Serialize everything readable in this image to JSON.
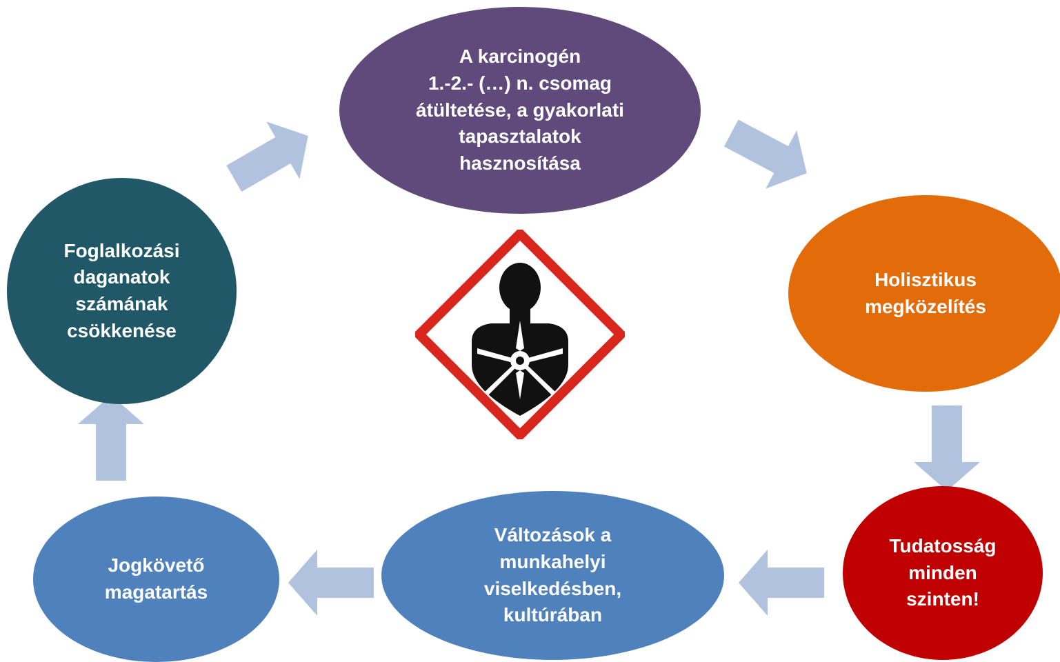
{
  "colors": {
    "top": "#5f4a7b",
    "right": "#e36c0a",
    "bottom_right": "#c00000",
    "bottom_middle": "#4f81bd",
    "bottom_left": "#4f81bd",
    "left": "#215868",
    "arrow": "#b0c2dd",
    "hazard_border": "#d9261c"
  },
  "nodes": {
    "top": {
      "lines": [
        "A karcinogén",
        "1.-2.- (…) n. csomag",
        "átültetése, a gyakorlati",
        "tapasztalatok",
        "hasznosítása"
      ]
    },
    "right": {
      "lines": [
        "Holisztikus",
        "megközelítés"
      ]
    },
    "bottom_right": {
      "lines": [
        "Tudatosság",
        "minden",
        "szinten!"
      ]
    },
    "bottom_middle": {
      "lines": [
        "Változások a",
        "munkahelyi",
        "viselkedésben,",
        "kultúrában"
      ]
    },
    "bottom_left": {
      "lines": [
        "Jogkövető",
        "magatartás"
      ]
    },
    "left": {
      "lines": [
        "Foglalkozási",
        "daganatok",
        "számának",
        "csökkenése"
      ]
    }
  },
  "center_icon": "health-hazard-pictogram"
}
